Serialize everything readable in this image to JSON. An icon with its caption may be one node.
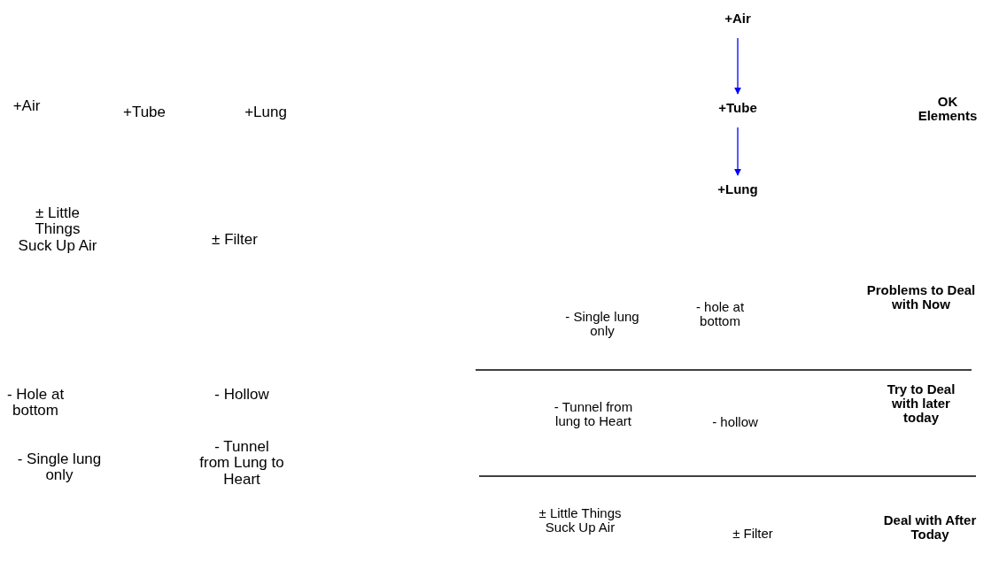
{
  "diagram": {
    "nodes": [
      {
        "text": [
          "+Air"
        ]
      },
      {
        "text": [
          "+Tube"
        ]
      },
      {
        "text": [
          "+Lung"
        ]
      }
    ],
    "edges": [
      {
        "from": 0,
        "to": 1,
        "arrow": "to",
        "color": "#0000ff"
      },
      {
        "from": 1,
        "to": 2,
        "arrow": "to",
        "color": "#0000ff"
      }
    ],
    "labels": [
      "+Air",
      "+Tube",
      "+Lung",
      "OK Elements",
      "± Little Things Suck Up Air",
      "± Filter",
      "- Single lung only",
      "- hole at bottom",
      "Problems to Deal with Now",
      "- Hole at bottom",
      "- Hollow",
      "- Tunnel from lung to Heart",
      "- hollow",
      "Try to Deal with later today",
      "- Single lung only",
      "- Tunnel from Lung to Heart",
      "± Little Things Suck Up Air",
      "± Filter",
      "Deal with After Today"
    ]
  }
}
